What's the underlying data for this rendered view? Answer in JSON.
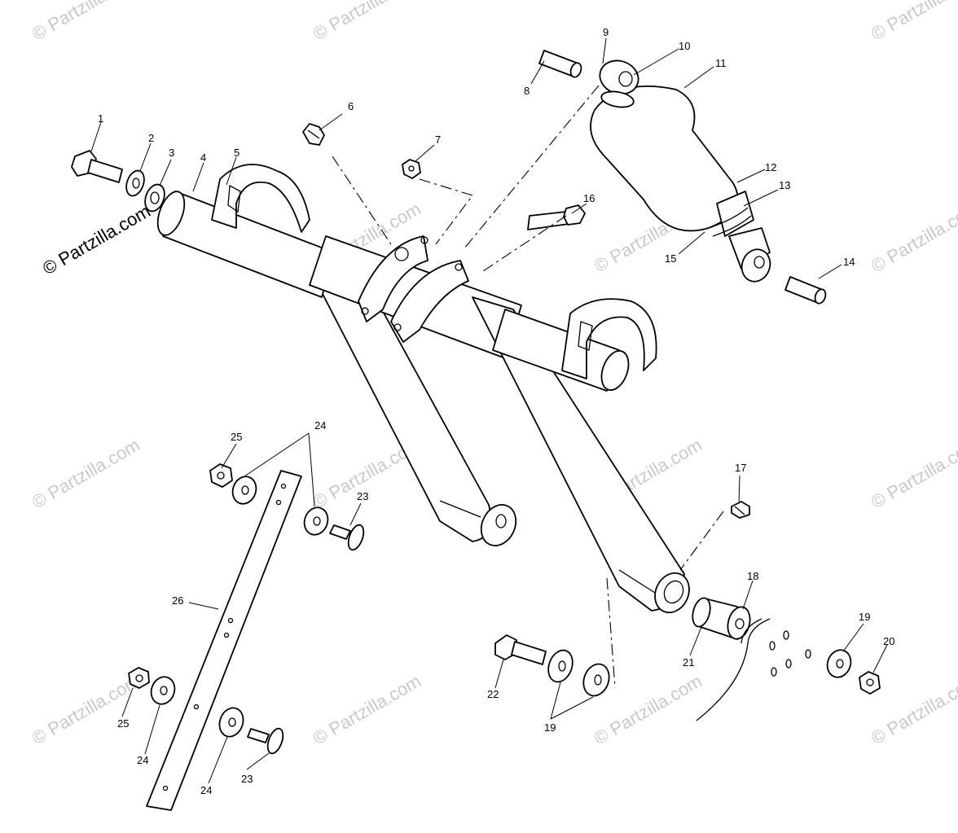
{
  "watermark": {
    "text": "© Partzilla.com",
    "main_text": "© Partzilla.com",
    "color": "#c9c9c9"
  },
  "callouts": {
    "c1": "1",
    "c2": "2",
    "c3": "3",
    "c4": "4",
    "c5": "5",
    "c6": "6",
    "c7": "7",
    "c8": "8",
    "c9": "9",
    "c10": "10",
    "c11": "11",
    "c12": "12",
    "c13": "13",
    "c14": "14",
    "c15": "15",
    "c16": "16",
    "c17": "17",
    "c18": "18",
    "c19a": "19",
    "c19b": "19",
    "c20": "20",
    "c21": "21",
    "c22": "22",
    "c23a": "23",
    "c23b": "23",
    "c24a": "24",
    "c24b": "24",
    "c24c": "24",
    "c25a": "25",
    "c25b": "25",
    "c26": "26"
  }
}
